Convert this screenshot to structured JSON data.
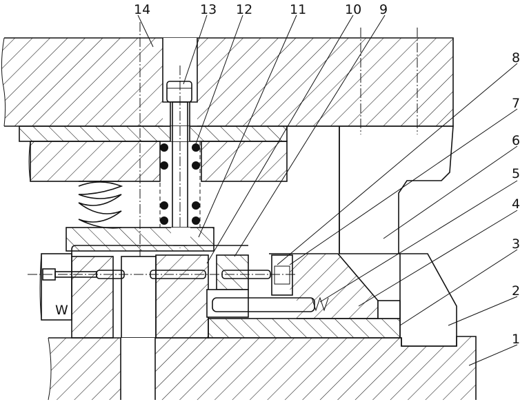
{
  "labels": {
    "n1": "1",
    "n2": "2",
    "n3": "3",
    "n4": "4",
    "n5": "5",
    "n6": "6",
    "n7": "7",
    "n8": "8",
    "n9": "9",
    "n10": "10",
    "n11": "11",
    "n12": "12",
    "n13": "13",
    "n14": "14",
    "spring": "W"
  },
  "colors": {
    "line": "#111111",
    "background": "#ffffff"
  }
}
